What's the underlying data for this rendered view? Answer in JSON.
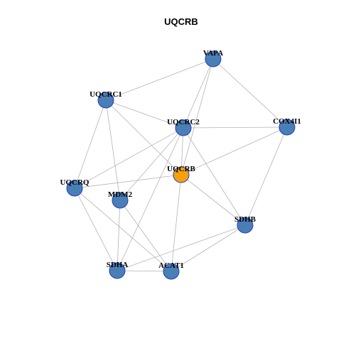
{
  "title": "UQCRB",
  "colors": {
    "focus_node": "#f5a00f",
    "neighbor_node": "#4a7fb5",
    "node_border": "#1f3fbf",
    "edge": "#b3b3b3"
  },
  "nodes": [
    {
      "id": "VAPA",
      "label": "VAPA",
      "focus": false
    },
    {
      "id": "UQCRC1",
      "label": "UQCRC1",
      "focus": false
    },
    {
      "id": "UQCRC2",
      "label": "UQCRC2",
      "focus": false
    },
    {
      "id": "COX4I1",
      "label": "COX4I1",
      "focus": false
    },
    {
      "id": "UQCRB",
      "label": "UQCRB",
      "focus": true
    },
    {
      "id": "UQCRQ",
      "label": "UQCRQ",
      "focus": false
    },
    {
      "id": "MDM2",
      "label": "MDM2",
      "focus": false
    },
    {
      "id": "SDHB",
      "label": "SDHB",
      "focus": false
    },
    {
      "id": "SDHA",
      "label": "SDHA",
      "focus": false
    },
    {
      "id": "ACAT1",
      "label": "ACAT1",
      "focus": false
    }
  ],
  "edges": [
    [
      "VAPA",
      "UQCRC1"
    ],
    [
      "VAPA",
      "UQCRC2"
    ],
    [
      "VAPA",
      "COX4I1"
    ],
    [
      "VAPA",
      "UQCRB"
    ],
    [
      "UQCRC1",
      "UQCRC2"
    ],
    [
      "UQCRC1",
      "UQCRQ"
    ],
    [
      "UQCRC1",
      "MDM2"
    ],
    [
      "UQCRC1",
      "UQCRB"
    ],
    [
      "UQCRC2",
      "COX4I1"
    ],
    [
      "UQCRC2",
      "UQCRB"
    ],
    [
      "UQCRC2",
      "UQCRQ"
    ],
    [
      "UQCRC2",
      "MDM2"
    ],
    [
      "UQCRC2",
      "SDHB"
    ],
    [
      "UQCRC2",
      "SDHA"
    ],
    [
      "COX4I1",
      "UQCRB"
    ],
    [
      "COX4I1",
      "SDHB"
    ],
    [
      "UQCRB",
      "UQCRQ"
    ],
    [
      "UQCRB",
      "SDHB"
    ],
    [
      "UQCRB",
      "ACAT1"
    ],
    [
      "UQCRQ",
      "SDHA"
    ],
    [
      "UQCRQ",
      "ACAT1"
    ],
    [
      "MDM2",
      "SDHA"
    ],
    [
      "MDM2",
      "ACAT1"
    ],
    [
      "SDHB",
      "SDHA"
    ],
    [
      "SDHB",
      "ACAT1"
    ],
    [
      "SDHA",
      "ACAT1"
    ]
  ]
}
